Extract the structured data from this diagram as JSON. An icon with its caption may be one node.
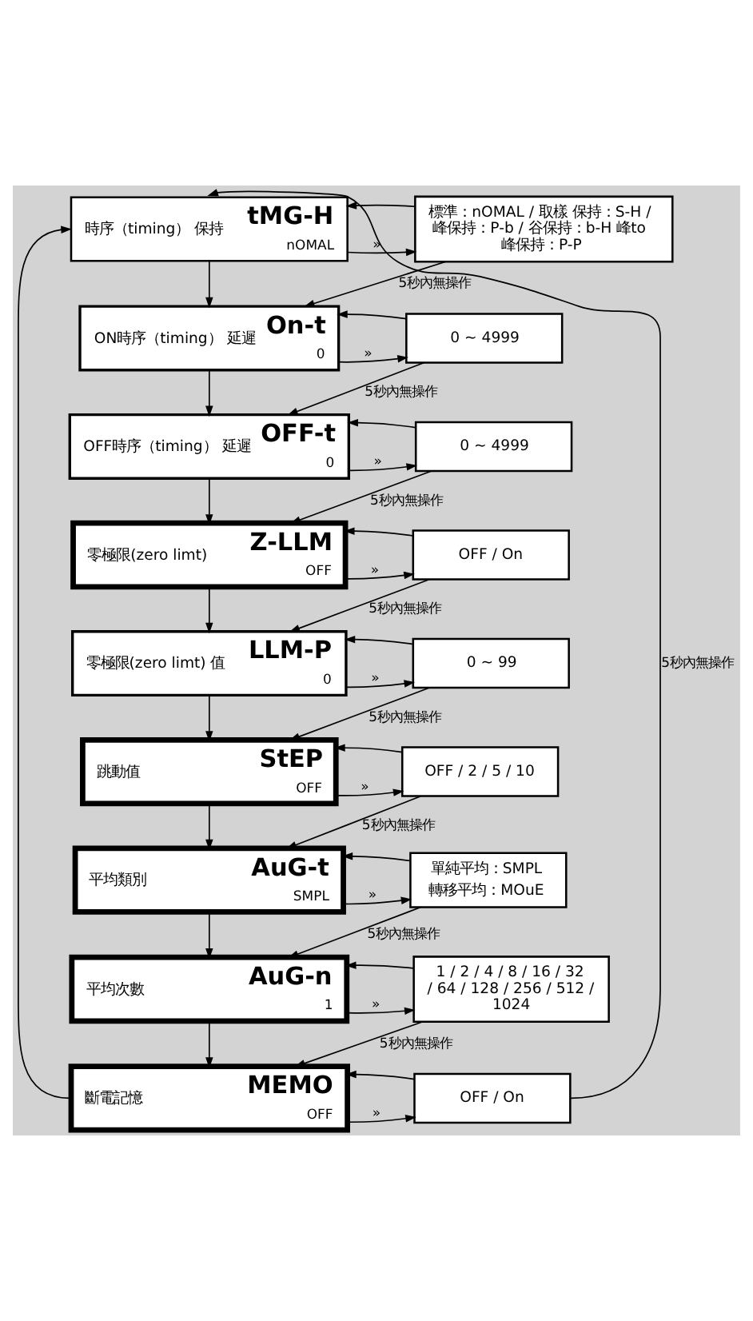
{
  "diagram": {
    "nodes": [
      {
        "text": [
          "時序（timing） 保持",
          "tMG-H",
          "nOMAL"
        ]
      },
      {
        "text": [
          "標準：nOMAL / 取樣 保持：S-H / 峰保持：P-b / 谷保持：b-H 峰to 峰保持：P-P"
        ]
      },
      {
        "text": [
          "ON時序（timing） 延遲",
          "On-t",
          "0"
        ]
      },
      {
        "text": [
          "0 ~ 4999"
        ]
      },
      {
        "text": [
          "OFF時序（timing） 延遲",
          "OFF-t",
          "0"
        ]
      },
      {
        "text": [
          "0 ~ 4999"
        ]
      },
      {
        "text": [
          "零極限(zero limt)",
          "Z-LLM",
          "OFF"
        ]
      },
      {
        "text": [
          "OFF / On"
        ]
      },
      {
        "text": [
          "零極限(zero limt) 值",
          "LLM-P",
          "0"
        ]
      },
      {
        "text": [
          "0 ~ 99"
        ]
      },
      {
        "text": [
          "跳動值",
          "StEP",
          "OFF"
        ]
      },
      {
        "text": [
          "OFF / 2 / 5 / 10"
        ]
      },
      {
        "text": [
          "平均類別",
          "AuG-t",
          "SMPL"
        ]
      },
      {
        "text": [
          "單純平均：SMPL",
          "轉移平均：MOuE"
        ]
      },
      {
        "text": [
          "平均次數",
          "AuG-n",
          "1"
        ]
      },
      {
        "text": [
          "1 / 2 / 4 / 8 / 16 / 32 / 64 / 128 / 256 / 512 / 1024"
        ]
      },
      {
        "text": [
          "斷電記憶",
          "MEMO",
          "OFF"
        ]
      },
      {
        "text": [
          "OFF / On"
        ]
      }
    ],
    "edges": [
      {
        "from": 0,
        "to": 1,
        "arrow": "to",
        "label": "»"
      },
      {
        "from": 1,
        "to": 0,
        "arrow": "to"
      },
      {
        "from": 0,
        "to": 2,
        "arrow": "to"
      },
      {
        "from": 1,
        "to": 2,
        "arrow": "to",
        "label": "5秒內無操作"
      },
      {
        "from": 2,
        "to": 3,
        "arrow": "to",
        "label": "»"
      },
      {
        "from": 3,
        "to": 2,
        "arrow": "to"
      },
      {
        "from": 2,
        "to": 4,
        "arrow": "to"
      },
      {
        "from": 3,
        "to": 4,
        "arrow": "to",
        "label": "5秒內無操作"
      },
      {
        "from": 4,
        "to": 5,
        "arrow": "to",
        "label": "»"
      },
      {
        "from": 5,
        "to": 4,
        "arrow": "to"
      },
      {
        "from": 4,
        "to": 6,
        "arrow": "to"
      },
      {
        "from": 5,
        "to": 6,
        "arrow": "to",
        "label": "5秒內無操作"
      },
      {
        "from": 6,
        "to": 7,
        "arrow": "to",
        "label": "»"
      },
      {
        "from": 7,
        "to": 6,
        "arrow": "to"
      },
      {
        "from": 6,
        "to": 8,
        "arrow": "to"
      },
      {
        "from": 7,
        "to": 8,
        "arrow": "to",
        "label": "5秒內無操作"
      },
      {
        "from": 8,
        "to": 9,
        "arrow": "to",
        "label": "»"
      },
      {
        "from": 9,
        "to": 8,
        "arrow": "to"
      },
      {
        "from": 8,
        "to": 10,
        "arrow": "to"
      },
      {
        "from": 9,
        "to": 10,
        "arrow": "to",
        "label": "5秒內無操作"
      },
      {
        "from": 10,
        "to": 11,
        "arrow": "to",
        "label": "»"
      },
      {
        "from": 11,
        "to": 10,
        "arrow": "to"
      },
      {
        "from": 10,
        "to": 12,
        "arrow": "to"
      },
      {
        "from": 11,
        "to": 12,
        "arrow": "to",
        "label": "5秒內無操作"
      },
      {
        "from": 12,
        "to": 13,
        "arrow": "to",
        "label": "»"
      },
      {
        "from": 13,
        "to": 12,
        "arrow": "to"
      },
      {
        "from": 12,
        "to": 14,
        "arrow": "to"
      },
      {
        "from": 13,
        "to": 14,
        "arrow": "to",
        "label": "5秒內無操作"
      },
      {
        "from": 14,
        "to": 15,
        "arrow": "to",
        "label": "»"
      },
      {
        "from": 15,
        "to": 14,
        "arrow": "to"
      },
      {
        "from": 14,
        "to": 16,
        "arrow": "to"
      },
      {
        "from": 15,
        "to": 16,
        "arrow": "to",
        "label": "5秒內無操作"
      },
      {
        "from": 16,
        "to": 17,
        "arrow": "to",
        "label": "»"
      },
      {
        "from": 17,
        "to": 16,
        "arrow": "to"
      },
      {
        "from": 16,
        "to": 0,
        "arrow": "to"
      },
      {
        "from": 17,
        "to": 0,
        "arrow": "to",
        "label": "5秒內無操作"
      }
    ]
  }
}
